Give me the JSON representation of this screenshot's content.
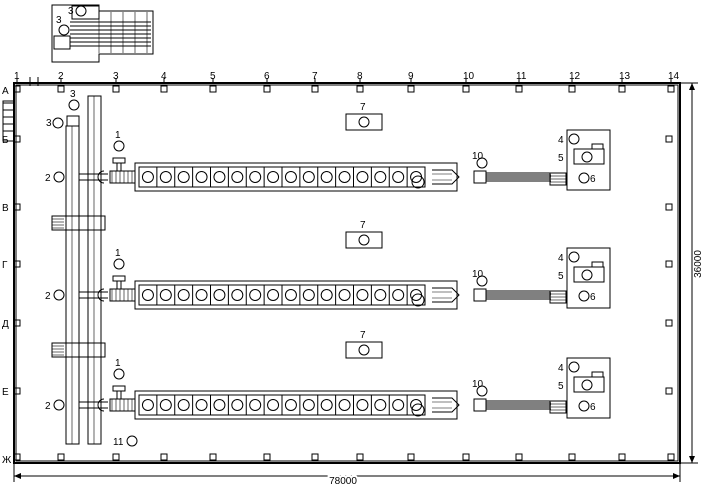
{
  "grid": {
    "columns": [
      "1",
      "2",
      "3",
      "4",
      "5",
      "6",
      "7",
      "8",
      "9",
      "10",
      "11",
      "12",
      "13",
      "14"
    ],
    "rows": [
      "А",
      "Б",
      "В",
      "Г",
      "Д",
      "Е",
      "Ж"
    ]
  },
  "dimensions": {
    "length": "78000",
    "width": "36000"
  },
  "inset": {
    "labels": [
      "3",
      "3"
    ]
  },
  "lines": [
    {
      "label_1": "1",
      "label_2": "2",
      "label_7": "7",
      "label_10": "10",
      "label_4": "4",
      "label_5": "5",
      "label_6": "6"
    },
    {
      "label_1": "1",
      "label_2": "2",
      "label_7": "7",
      "label_10": "10",
      "label_4": "4",
      "label_5": "5",
      "label_6": "6"
    },
    {
      "label_1": "1",
      "label_2": "2",
      "label_7": "7",
      "label_10": "10",
      "label_4": "4",
      "label_5": "5",
      "label_6": "6"
    }
  ],
  "conveyor_cells": 16,
  "trunk_labels": {
    "top_a": "3",
    "top_b": "3",
    "bottom": "11"
  }
}
